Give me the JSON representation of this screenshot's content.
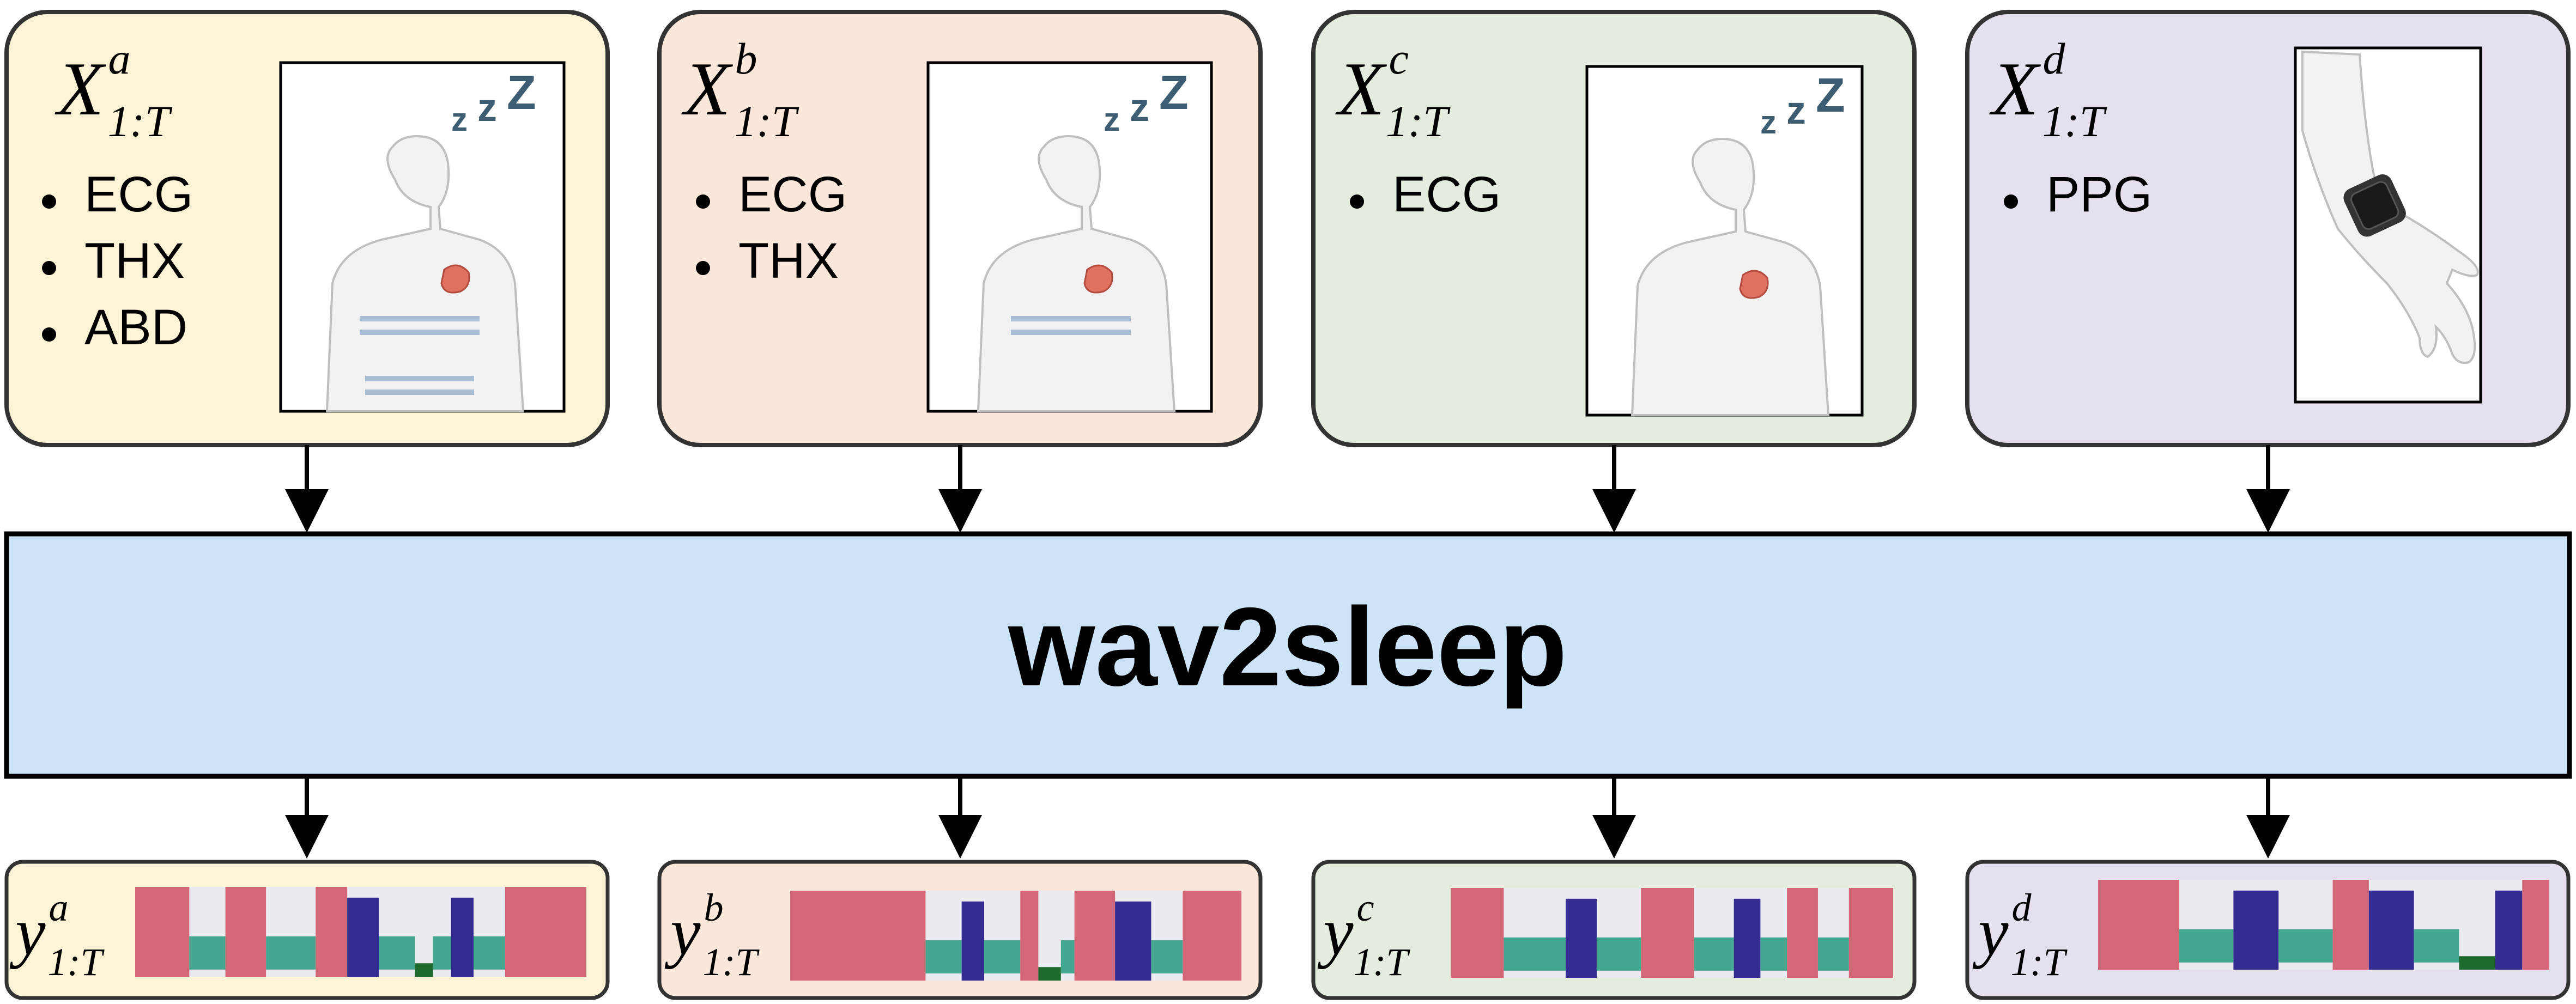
{
  "colors": {
    "panel_a": "#fdf3d6",
    "panel_b": "#fce8da",
    "panel_c": "#e3ecdd",
    "panel_d": "#e6e0ee",
    "model_fill": "#cce3f8",
    "hypno_wake": "#d36677",
    "hypno_rem": "#352c91",
    "hypno_light": "#43a88f",
    "hypno_deep": "#1f6b2e",
    "hypno_bg": "#e9ebf0"
  },
  "model": {
    "label": "wav2sleep"
  },
  "inputs": [
    {
      "id": "a",
      "symbol": "X",
      "sup": "a",
      "sub": "1:T",
      "signals": [
        "ECG",
        "THX",
        "ABD"
      ],
      "illustration": "sleeping-person-chest-abdomen-belts"
    },
    {
      "id": "b",
      "symbol": "X",
      "sup": "b",
      "sub": "1:T",
      "signals": [
        "ECG",
        "THX"
      ],
      "illustration": "sleeping-person-chest-belt"
    },
    {
      "id": "c",
      "symbol": "X",
      "sup": "c",
      "sub": "1:T",
      "signals": [
        "ECG"
      ],
      "illustration": "sleeping-person-ecg"
    },
    {
      "id": "d",
      "symbol": "X",
      "sup": "d",
      "sub": "1:T",
      "signals": [
        "PPG"
      ],
      "illustration": "wrist-smartwatch"
    }
  ],
  "outputs": [
    {
      "id": "a",
      "symbol": "y",
      "sup": "a",
      "sub": "1:T",
      "segments": [
        {
          "start": 0.0,
          "end": 0.12,
          "stage": "wake"
        },
        {
          "start": 0.12,
          "end": 0.2,
          "stage": "light"
        },
        {
          "start": 0.2,
          "end": 0.29,
          "stage": "wake"
        },
        {
          "start": 0.29,
          "end": 0.4,
          "stage": "light"
        },
        {
          "start": 0.4,
          "end": 0.47,
          "stage": "wake"
        },
        {
          "start": 0.47,
          "end": 0.54,
          "stage": "rem"
        },
        {
          "start": 0.54,
          "end": 0.62,
          "stage": "light"
        },
        {
          "start": 0.62,
          "end": 0.66,
          "stage": "deep"
        },
        {
          "start": 0.66,
          "end": 0.7,
          "stage": "light"
        },
        {
          "start": 0.7,
          "end": 0.75,
          "stage": "rem"
        },
        {
          "start": 0.75,
          "end": 0.82,
          "stage": "light"
        },
        {
          "start": 0.82,
          "end": 1.0,
          "stage": "wake"
        }
      ]
    },
    {
      "id": "b",
      "symbol": "y",
      "sup": "b",
      "sub": "1:T",
      "segments": [
        {
          "start": 0.0,
          "end": 0.3,
          "stage": "wake"
        },
        {
          "start": 0.3,
          "end": 0.38,
          "stage": "light"
        },
        {
          "start": 0.38,
          "end": 0.43,
          "stage": "rem"
        },
        {
          "start": 0.43,
          "end": 0.51,
          "stage": "light"
        },
        {
          "start": 0.51,
          "end": 0.55,
          "stage": "wake"
        },
        {
          "start": 0.55,
          "end": 0.6,
          "stage": "deep"
        },
        {
          "start": 0.6,
          "end": 0.63,
          "stage": "light"
        },
        {
          "start": 0.63,
          "end": 0.72,
          "stage": "wake"
        },
        {
          "start": 0.72,
          "end": 0.8,
          "stage": "rem"
        },
        {
          "start": 0.8,
          "end": 0.87,
          "stage": "light"
        },
        {
          "start": 0.87,
          "end": 1.0,
          "stage": "wake"
        }
      ]
    },
    {
      "id": "c",
      "symbol": "y",
      "sup": "c",
      "sub": "1:T",
      "segments": [
        {
          "start": 0.0,
          "end": 0.12,
          "stage": "wake"
        },
        {
          "start": 0.12,
          "end": 0.26,
          "stage": "light"
        },
        {
          "start": 0.26,
          "end": 0.33,
          "stage": "rem"
        },
        {
          "start": 0.33,
          "end": 0.43,
          "stage": "light"
        },
        {
          "start": 0.43,
          "end": 0.55,
          "stage": "wake"
        },
        {
          "start": 0.55,
          "end": 0.64,
          "stage": "light"
        },
        {
          "start": 0.64,
          "end": 0.7,
          "stage": "rem"
        },
        {
          "start": 0.7,
          "end": 0.76,
          "stage": "light"
        },
        {
          "start": 0.76,
          "end": 0.83,
          "stage": "wake"
        },
        {
          "start": 0.83,
          "end": 0.9,
          "stage": "light"
        },
        {
          "start": 0.9,
          "end": 1.0,
          "stage": "wake"
        }
      ]
    },
    {
      "id": "d",
      "symbol": "y",
      "sup": "d",
      "sub": "1:T",
      "segments": [
        {
          "start": 0.0,
          "end": 0.18,
          "stage": "wake"
        },
        {
          "start": 0.18,
          "end": 0.3,
          "stage": "light"
        },
        {
          "start": 0.3,
          "end": 0.4,
          "stage": "rem"
        },
        {
          "start": 0.4,
          "end": 0.52,
          "stage": "light"
        },
        {
          "start": 0.52,
          "end": 0.6,
          "stage": "wake"
        },
        {
          "start": 0.6,
          "end": 0.7,
          "stage": "rem"
        },
        {
          "start": 0.7,
          "end": 0.8,
          "stage": "light"
        },
        {
          "start": 0.8,
          "end": 0.88,
          "stage": "deep"
        },
        {
          "start": 0.88,
          "end": 0.94,
          "stage": "rem"
        },
        {
          "start": 0.94,
          "end": 1.0,
          "stage": "wake"
        }
      ]
    }
  ]
}
